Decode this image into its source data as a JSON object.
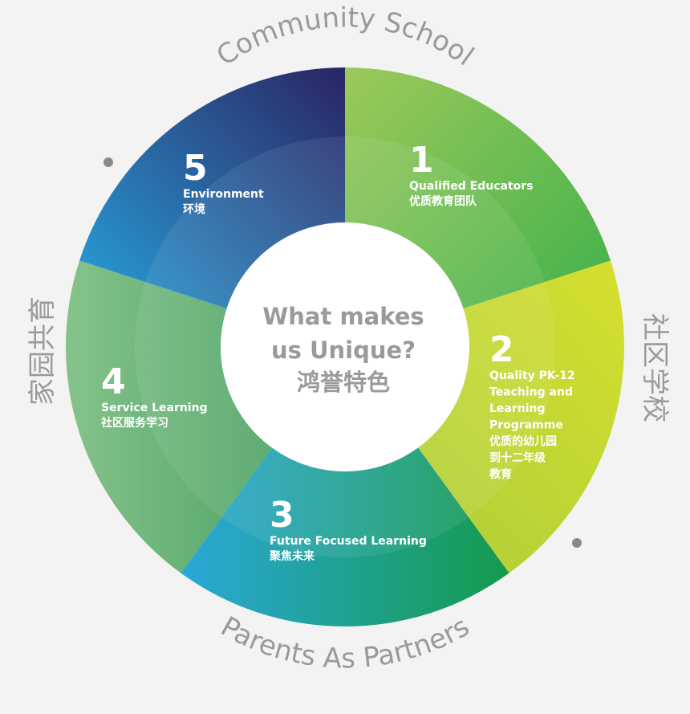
{
  "center": {
    "line1": "What makes",
    "line2": "us Unique?",
    "line3": "鸿誉特色"
  },
  "ring": {
    "top": "Community School",
    "bottom": "Parents As Partners",
    "right": "社区学校",
    "left": "家园共育"
  },
  "segments": [
    {
      "number": "1",
      "en_lines": [
        "Qualified Educators"
      ],
      "zh_lines": [
        "优质教育团队"
      ],
      "colors": [
        "#9cc95a",
        "#3bb04a"
      ]
    },
    {
      "number": "2",
      "en_lines": [
        "Quality PK-12",
        "Teaching and",
        "Learning",
        "Programme"
      ],
      "zh_lines": [
        "优质的幼儿园",
        "到十二年级",
        "教育"
      ],
      "colors": [
        "#d6df2e",
        "#a8cc3b"
      ]
    },
    {
      "number": "3",
      "en_lines": [
        "Future Focused Learning"
      ],
      "zh_lines": [
        "聚焦未来"
      ],
      "colors": [
        "#2aa8d8",
        "#169a4c"
      ]
    },
    {
      "number": "4",
      "en_lines": [
        "Service Learning"
      ],
      "zh_lines": [
        "社区服务学习"
      ],
      "colors": [
        "#3e9b5c",
        "#86c38b"
      ]
    },
    {
      "number": "5",
      "en_lines": [
        "Environment"
      ],
      "zh_lines": [
        "环境"
      ],
      "colors": [
        "#28a9e1",
        "#2a2463"
      ]
    }
  ],
  "colors": {
    "background": "#f3f3f3",
    "text_gray": "#9a9a9a",
    "dot": "#8a8a8a",
    "center_fill": "#ffffff"
  }
}
